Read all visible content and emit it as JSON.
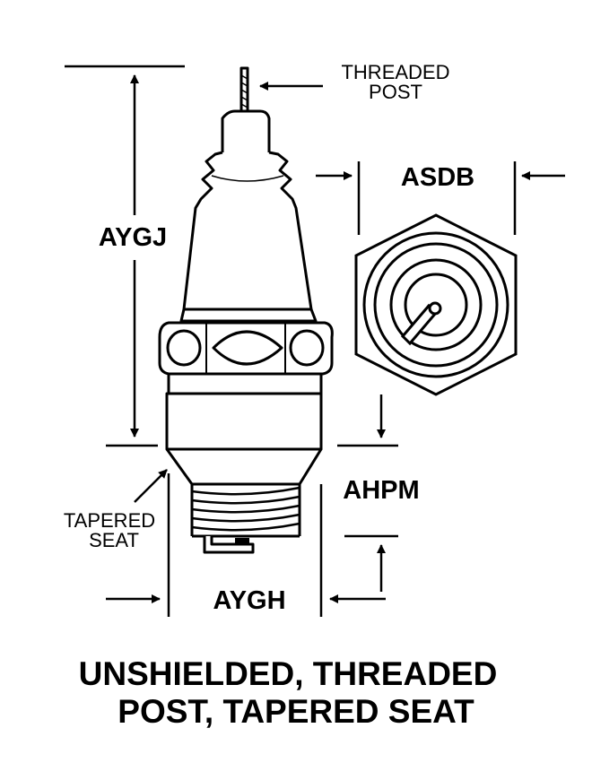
{
  "labels": {
    "threaded_post": [
      "THREADED",
      "POST"
    ],
    "tapered_seat": [
      "TAPERED",
      "SEAT"
    ],
    "dim_height": "AYGJ",
    "dim_hex": "ASDB",
    "dim_thread_len": "AHPM",
    "dim_width": "AYGH"
  },
  "caption": [
    "UNSHIELDED, THREADED",
    "POST, TAPERED SEAT"
  ],
  "colors": {
    "ink": "#000000",
    "paper": "#ffffff"
  }
}
